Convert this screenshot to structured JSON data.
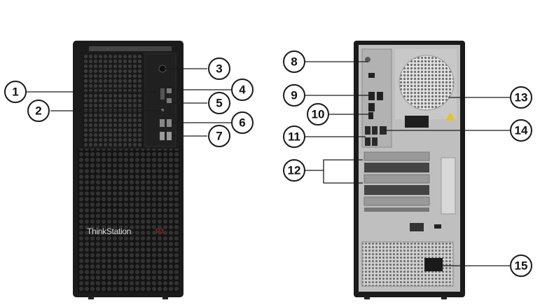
{
  "front_view": {
    "brand_label": "ThinkStation",
    "model_mark": "P3"
  },
  "callouts": [
    "1",
    "2",
    "3",
    "4",
    "5",
    "6",
    "7",
    "8",
    "9",
    "10",
    "11",
    "12",
    "13",
    "14",
    "15"
  ],
  "colors": {
    "case_body": "#1b1b1b",
    "panel_metal": "#bfbfbf",
    "callout_stroke": "#1a1a1a",
    "model_mark": "#8a1d26"
  }
}
